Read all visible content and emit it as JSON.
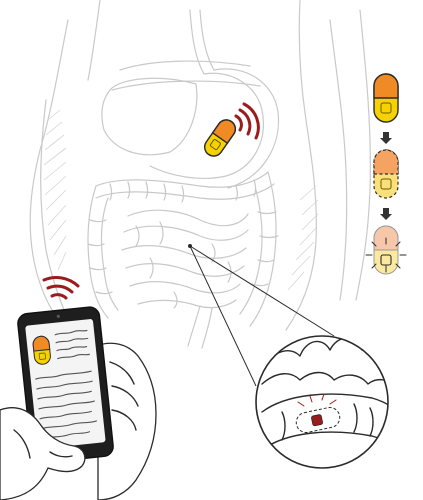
{
  "colors": {
    "capsule_orange": "#f08a24",
    "capsule_yellow": "#f5d200",
    "capsule_orange_faded": "#f4a460",
    "capsule_peach": "#f6c7a8",
    "capsule_cream": "#fbe9a0",
    "signal_red": "#9b1c1c",
    "anatomy_line": "#c9c9c9",
    "outline_dark": "#2b2b2b",
    "phone_body": "#1e1e1e",
    "phone_screen": "#f4f4f4"
  },
  "icons": {
    "wireless_capsule": "signal-waves-icon",
    "phone_signal": "signal-waves-icon",
    "sequence_arrow": "arrow-down-icon",
    "dissolved_glow": "glow-burst-icon"
  },
  "legend_sequence": [
    {
      "state": "intact",
      "icon": "capsule-icon"
    },
    {
      "state": "dissolving",
      "icon": "capsule-dashed-icon"
    },
    {
      "state": "dissolved",
      "icon": "capsule-faded-icon"
    }
  ]
}
